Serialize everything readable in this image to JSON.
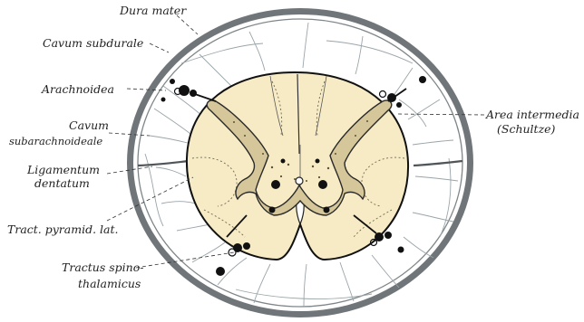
{
  "labels": {
    "dura_mater": "Dura mater",
    "cavum_subdurale": "Cavum subdurale",
    "arachnoidea": "Arachnoidea",
    "cavum_line1": "Cavum",
    "cavum_line2": "subarachnoideale",
    "ligamentum_line1": "Ligamentum",
    "ligamentum_line2": "dentatum",
    "tract_pyramid": "Tract. pyramid. lat.",
    "tractus_line1": "Tractus spino-",
    "tractus_line2": "thalamicus",
    "area_line1": "Area intermedia",
    "area_line2": "(Schultze)"
  },
  "colors": {
    "white_matter": "#f7ebc6",
    "grey_matter": "#d6c79a",
    "dura": "#6f7578",
    "vessels": "#111111"
  }
}
